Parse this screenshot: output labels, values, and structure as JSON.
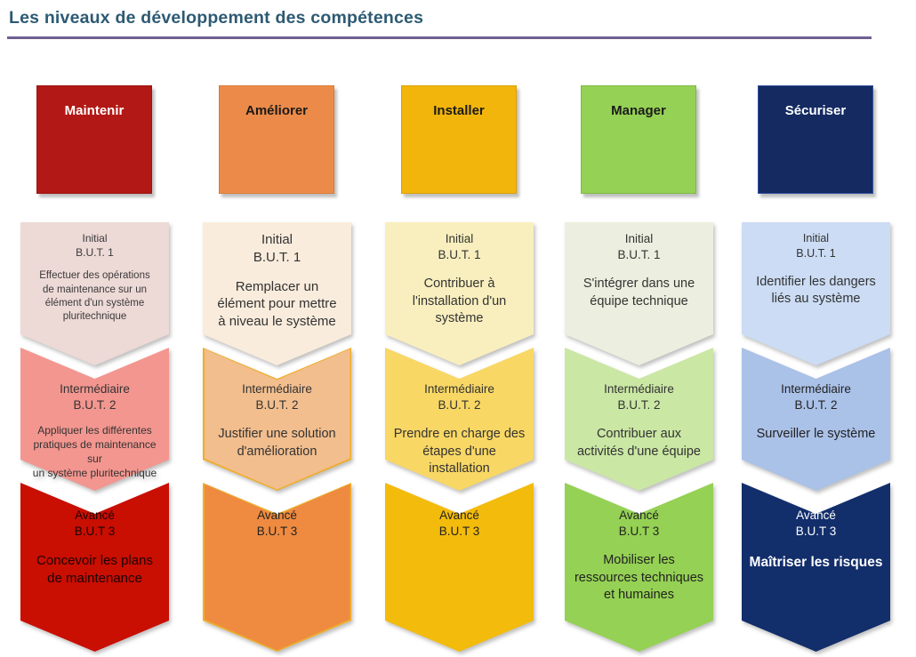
{
  "title": "Les niveaux de développement des compétences",
  "title_color": "#2D5A73",
  "rule_color": "#6F6092",
  "columns": [
    {
      "id": "maintenir",
      "header": "Maintenir",
      "colors": {
        "header_bg": "#B21815",
        "header_text": "#FFFFFF",
        "header_border": "#9A1512",
        "levels": [
          {
            "bg": "#EDD9D6",
            "stroke": "#EDD9D6",
            "text": "#3A3A3A"
          },
          {
            "bg": "#F3968F",
            "stroke": "#F3968F",
            "text": "#333333"
          },
          {
            "bg": "#C90E02",
            "stroke": "#C90E02",
            "text": "#1A0404"
          }
        ]
      },
      "levels": [
        {
          "name": "Initial",
          "but": "B.U.T. 1",
          "desc": "Effectuer des opérations\nde maintenance sur un\nélément d'un système\npluritechnique"
        },
        {
          "name": "Intermédiaire",
          "but": "B.U.T. 2",
          "desc": "Appliquer les différentes\npratiques de maintenance sur\nun système pluritechnique"
        },
        {
          "name": "Avancé",
          "but": "B.U.T 3",
          "desc": "Concevoir les plans\nde maintenance"
        }
      ]
    },
    {
      "id": "ameliorer",
      "header": "Améliorer",
      "colors": {
        "header_bg": "#EC8B49",
        "header_text": "#1A1A1A",
        "header_border": "#D97B35",
        "levels": [
          {
            "bg": "#F9ECDC",
            "stroke": "#F9ECDC",
            "text": "#333333"
          },
          {
            "bg": "#F2BE8E",
            "stroke": "#EFAE2B",
            "text": "#333333"
          },
          {
            "bg": "#EE8B40",
            "stroke": "#EFAE2B",
            "text": "#222222"
          }
        ]
      },
      "levels": [
        {
          "name": "Initial",
          "but": "B.U.T. 1",
          "desc": "Remplacer un\nélément pour mettre\nà niveau le système"
        },
        {
          "name": "Intermédiaire",
          "but": "B.U.T. 2",
          "desc": "Justifier une solution\nd'amélioration"
        },
        {
          "name": "Avancé",
          "but": "B.U.T 3",
          "desc": ""
        }
      ]
    },
    {
      "id": "installer",
      "header": "Installer",
      "colors": {
        "header_bg": "#F2B50B",
        "header_text": "#1A1A1A",
        "header_border": "#D9A208",
        "levels": [
          {
            "bg": "#F9EFBE",
            "stroke": "#F9EFBE",
            "text": "#333333"
          },
          {
            "bg": "#F8D765",
            "stroke": "#F8D765",
            "text": "#333333"
          },
          {
            "bg": "#F3BB0B",
            "stroke": "#F3BB0B",
            "text": "#222222"
          }
        ]
      },
      "levels": [
        {
          "name": "Initial",
          "but": "B.U.T. 1",
          "desc": "Contribuer à\nl'installation d'un\nsystème"
        },
        {
          "name": "Intermédiaire",
          "but": "B.U.T. 2",
          "desc": "Prendre en charge des\nétapes d'une installation"
        },
        {
          "name": "Avancé",
          "but": "B.U.T 3",
          "desc": ""
        }
      ]
    },
    {
      "id": "manager",
      "header": "Manager",
      "colors": {
        "header_bg": "#95D154",
        "header_text": "#1A1A1A",
        "header_border": "#7FBA43",
        "levels": [
          {
            "bg": "#ECEFDF",
            "stroke": "#ECEFDF",
            "text": "#333333"
          },
          {
            "bg": "#CAE7A4",
            "stroke": "#CAE7A4",
            "text": "#333333"
          },
          {
            "bg": "#95D154",
            "stroke": "#95D154",
            "text": "#222222"
          }
        ]
      },
      "levels": [
        {
          "name": "Initial",
          "but": "B.U.T. 1",
          "desc": "S'intégrer dans une\néquipe technique"
        },
        {
          "name": "Intermédiaire",
          "but": "B.U.T. 2",
          "desc": "Contribuer aux\nactivités d'une équipe"
        },
        {
          "name": "Avancé",
          "but": "B.U.T 3",
          "desc": "Mobiliser les\nressources techniques\net humaines"
        }
      ]
    },
    {
      "id": "securiser",
      "header": "Sécuriser",
      "colors": {
        "header_bg": "#142A61",
        "header_text": "#FFFFFF",
        "header_border": "#32509F",
        "levels": [
          {
            "bg": "#CBDCF4",
            "stroke": "#CBDCF4",
            "text": "#333333"
          },
          {
            "bg": "#AAC1E8",
            "stroke": "#AAC1E8",
            "text": "#222222"
          },
          {
            "bg": "#122E6B",
            "stroke": "#122E6B",
            "text": "#FFFFFF"
          }
        ]
      },
      "levels": [
        {
          "name": "Initial",
          "but": "B.U.T. 1",
          "desc": "Identifier les dangers\nliés au système"
        },
        {
          "name": "Intermédiaire",
          "but": "B.U.T. 2",
          "desc": "Surveiller le système"
        },
        {
          "name": "Avancé",
          "but": "B.U.T 3",
          "desc": "Maîtriser les risques"
        }
      ]
    }
  ]
}
